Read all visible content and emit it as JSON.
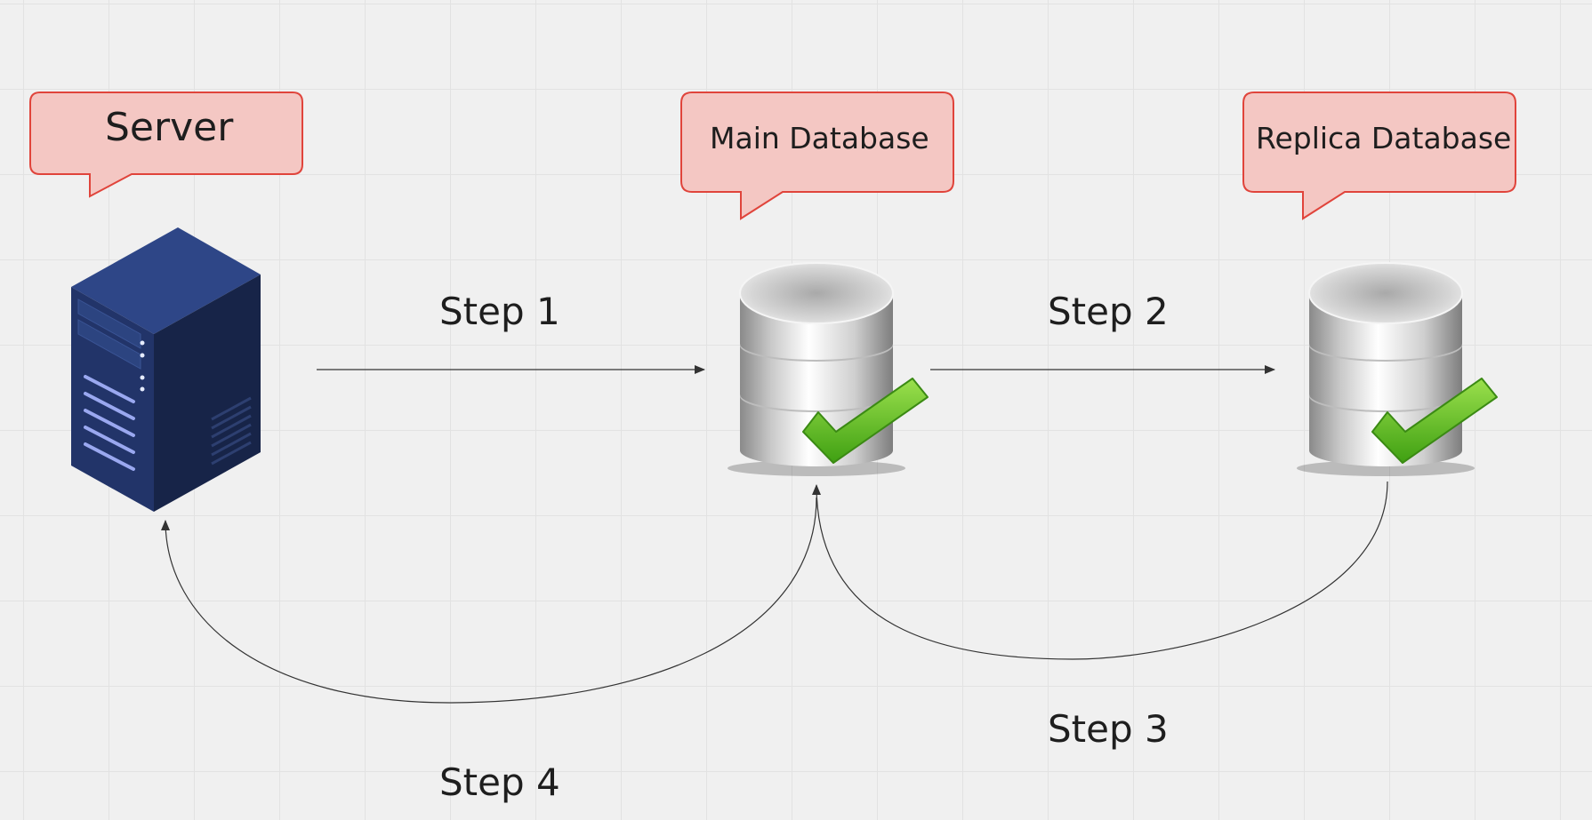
{
  "labels": {
    "server": "Server",
    "main_database": "Main Database",
    "replica_database": "Replica Database"
  },
  "steps": [
    "Step 1",
    "Step 2",
    "Step 3",
    "Step 4"
  ],
  "colors": {
    "bubble_fill": "#f4c7c3",
    "bubble_border": "#e0443b",
    "server_front": "#223469",
    "server_side": "#172448",
    "server_top": "#2e4687",
    "check_green": "#6bc52a",
    "database_silver": "#c9c9c9",
    "arrow": "#333333"
  },
  "icons": [
    "server-icon",
    "database-icon",
    "checkmark-icon"
  ]
}
